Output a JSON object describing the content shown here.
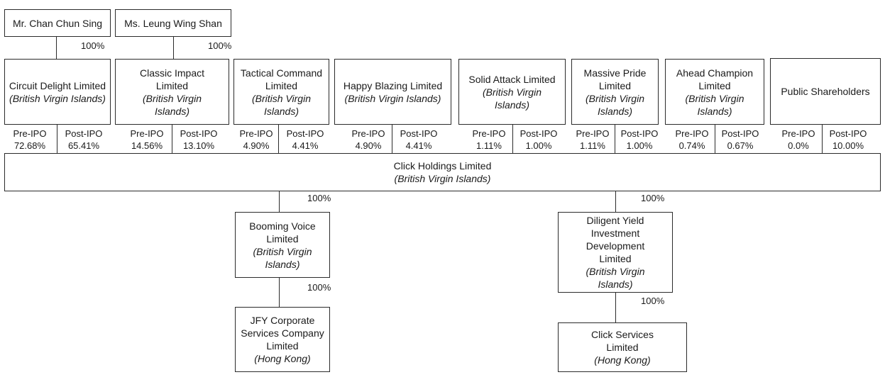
{
  "individuals": [
    {
      "name": "Mr. Chan Chun Sing",
      "stake": "100%"
    },
    {
      "name": "Ms. Leung Wing Shan",
      "stake": "100%"
    }
  ],
  "shareholders": [
    {
      "name": "Circuit Delight Limited",
      "jurisdiction": "(British Virgin Islands)",
      "pre_label": "Pre-IPO",
      "pre": "72.68%",
      "post_label": "Post-IPO",
      "post": "65.41%"
    },
    {
      "name": "Classic Impact Limited",
      "jurisdiction": "(British Virgin Islands)",
      "pre_label": "Pre-IPO",
      "pre": "14.56%",
      "post_label": "Post-IPO",
      "post": "13.10%"
    },
    {
      "name": "Tactical Command Limited",
      "jurisdiction": "(British Virgin Islands)",
      "pre_label": "Pre-IPO",
      "pre": "4.90%",
      "post_label": "Post-IPO",
      "post": "4.41%"
    },
    {
      "name": "Happy Blazing Limited",
      "jurisdiction": "(British Virgin Islands)",
      "pre_label": "Pre-IPO",
      "pre": "4.90%",
      "post_label": "Post-IPO",
      "post": "4.41%"
    },
    {
      "name": "Solid Attack Limited",
      "jurisdiction": "(British Virgin Islands)",
      "pre_label": "Pre-IPO",
      "pre": "1.11%",
      "post_label": "Post-IPO",
      "post": "1.00%"
    },
    {
      "name": "Massive Pride Limited",
      "jurisdiction": "(British Virgin Islands)",
      "pre_label": "Pre-IPO",
      "pre": "1.11%",
      "post_label": "Post-IPO",
      "post": "1.00%"
    },
    {
      "name": "Ahead Champion Limited",
      "jurisdiction": "(British Virgin Islands)",
      "pre_label": "Pre-IPO",
      "pre": "0.74%",
      "post_label": "Post-IPO",
      "post": "0.67%"
    },
    {
      "name": "Public Shareholders",
      "jurisdiction": "",
      "pre_label": "Pre-IPO",
      "pre": "0.0%",
      "post_label": "Post-IPO",
      "post": "10.00%"
    }
  ],
  "holding": {
    "name": "Click Holdings Limited",
    "jurisdiction": "(British Virgin Islands)"
  },
  "subsidiaries": [
    {
      "name": "Booming Voice Limited",
      "jurisdiction": "(British Virgin Islands)",
      "stake": "100%",
      "child": {
        "name": "JFY Corporate Services Company Limited",
        "jurisdiction": "(Hong Kong)",
        "stake": "100%"
      }
    },
    {
      "name": "Diligent Yield Investment Development Limited",
      "jurisdiction": "(British Virgin Islands)",
      "stake": "100%",
      "child": {
        "name": "Click Services Limited",
        "jurisdiction": "(Hong Kong)",
        "stake": "100%"
      }
    }
  ]
}
